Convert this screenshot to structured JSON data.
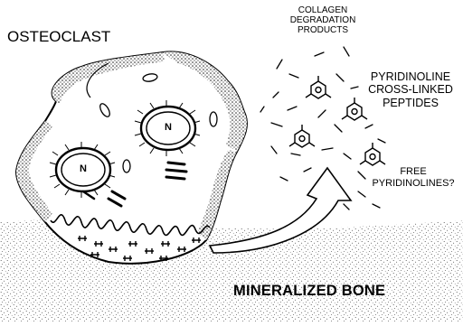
{
  "labels": {
    "osteoclast": "OSTEOCLAST",
    "collagen": "COLLAGEN\nDEGRADATION\nPRODUCTS",
    "pyridinoline": "PYRIDINOLINE\nCROSS-LINKED\nPEPTIDES",
    "free": "FREE\nPYRIDINOLINES?",
    "bone": "MINERALIZED BONE",
    "nucleus": "N"
  },
  "colors": {
    "ink": "#000000",
    "paper": "#ffffff",
    "stipple": "#555555"
  },
  "icons": [
    "nucleus-icon",
    "pyridinoline-ring-icon",
    "release-arrow-icon",
    "collagen-fragment-icon"
  ]
}
